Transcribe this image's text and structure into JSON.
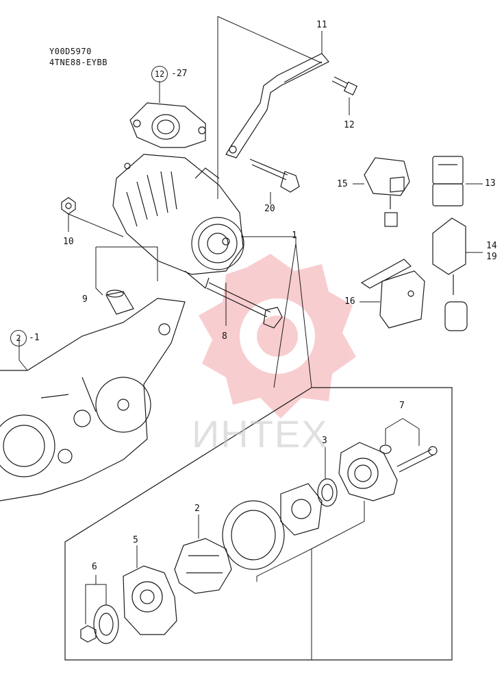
{
  "header": {
    "diagram_code": "Y00D5970",
    "model": "4TNE88-EYBB"
  },
  "watermark": {
    "text": "ИНТЕХ",
    "color": "#e8505b"
  },
  "callouts": {
    "c1": "1",
    "c2": "2",
    "c3": "3",
    "c5": "5",
    "c6": "6",
    "c7": "7",
    "c8": "8",
    "c9": "9",
    "c10": "10",
    "c11": "11",
    "c12": "12",
    "c13": "13",
    "c14": "14",
    "c15": "15",
    "c16": "16",
    "c19": "19",
    "c20": "20",
    "ref12_num": "12",
    "ref12_suffix": "-27",
    "ref2_num": "2",
    "ref2_suffix": "-1"
  }
}
